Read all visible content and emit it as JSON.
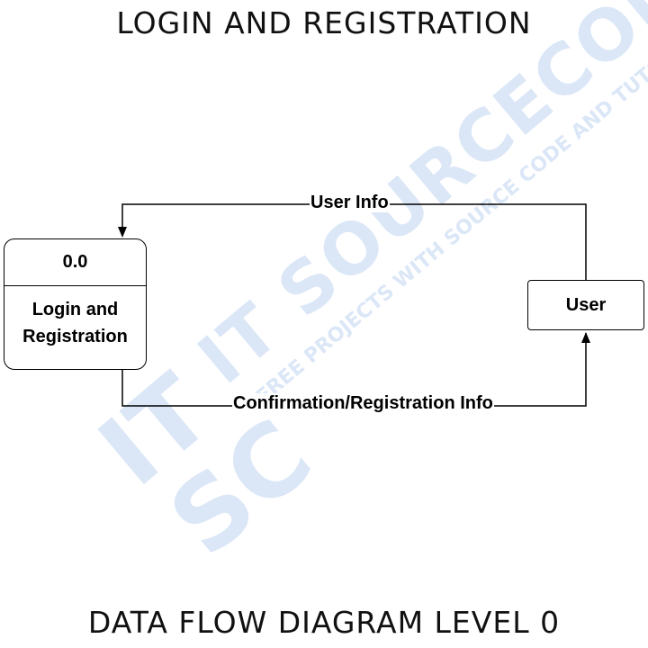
{
  "diagram": {
    "title": "LOGIN AND REGISTRATION",
    "footer": "DATA FLOW DIAGRAM LEVEL 0",
    "process": {
      "id": "0.0",
      "name_line1": "Login and",
      "name_line2": "Registration"
    },
    "entity": {
      "name": "User"
    },
    "flows": [
      {
        "label": "User Info",
        "from": "User",
        "to": "0.0"
      },
      {
        "label": "Confirmation/Registration Info",
        "from": "0.0",
        "to": "User"
      }
    ]
  },
  "watermark": {
    "text": "IT SOURCECODE",
    "tagline": "FREE PROJECTS WITH SOURCE CODE AND TUTORIALS",
    "logo_line1": "IT",
    "logo_line2": "SC",
    "color": "#dbe7f7"
  },
  "colors": {
    "line": "#000000",
    "background": "#ffffff",
    "watermark": "#dbe7f7"
  }
}
